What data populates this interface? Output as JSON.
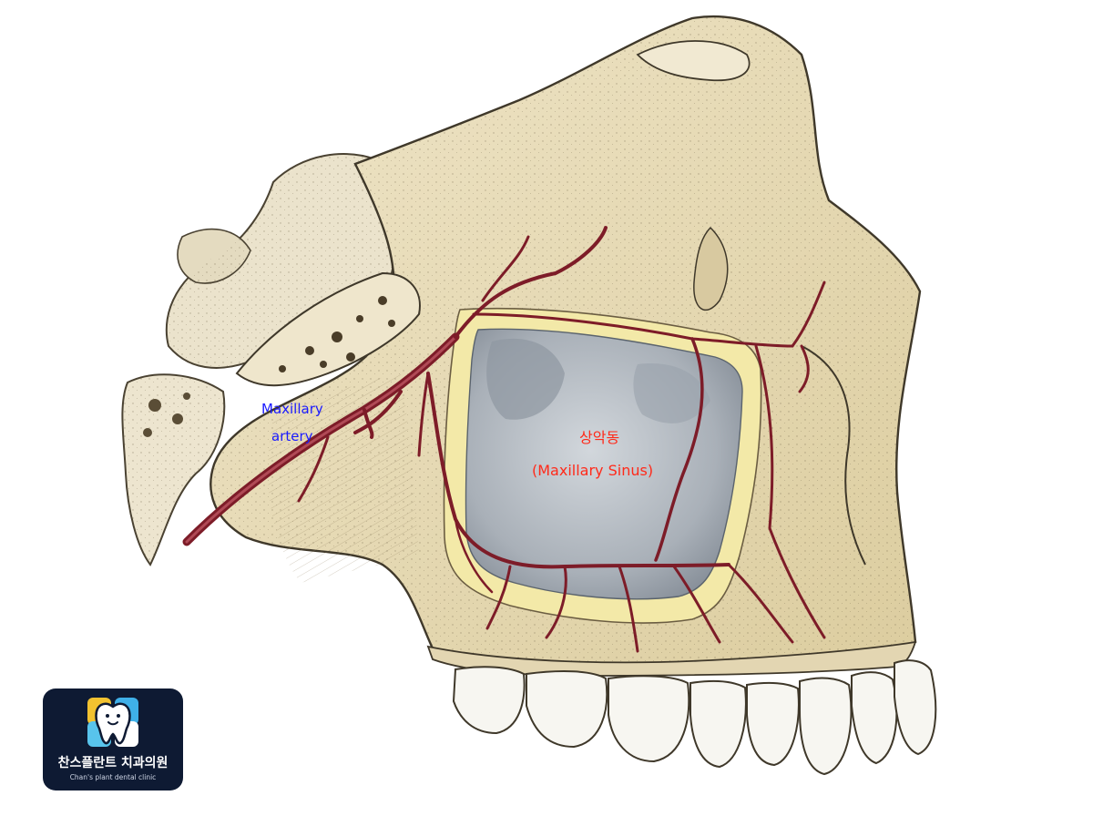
{
  "labels": {
    "artery_line1": "Maxillary",
    "artery_line2": "artery",
    "sinus_korean": "상악동",
    "sinus_english": "(Maxillary Sinus)"
  },
  "colors": {
    "artery_label": "#1a1aff",
    "sinus_label": "#ff2a1a",
    "bone": "#e8dcbc",
    "bone_shadow": "#cbbb92",
    "bone_outline": "#4a4232",
    "sinus_cavity": "#b5bcc4",
    "sinus_mucosa": "#f3e9a8",
    "vessel": "#7d1c28",
    "tooth": "#f7f6f1",
    "logo_bg": "#0e1a33"
  },
  "logo": {
    "korean": "찬스플란트 치과의원",
    "english": "Chan's plant dental clinic",
    "icon": "tooth-logo-icon"
  }
}
